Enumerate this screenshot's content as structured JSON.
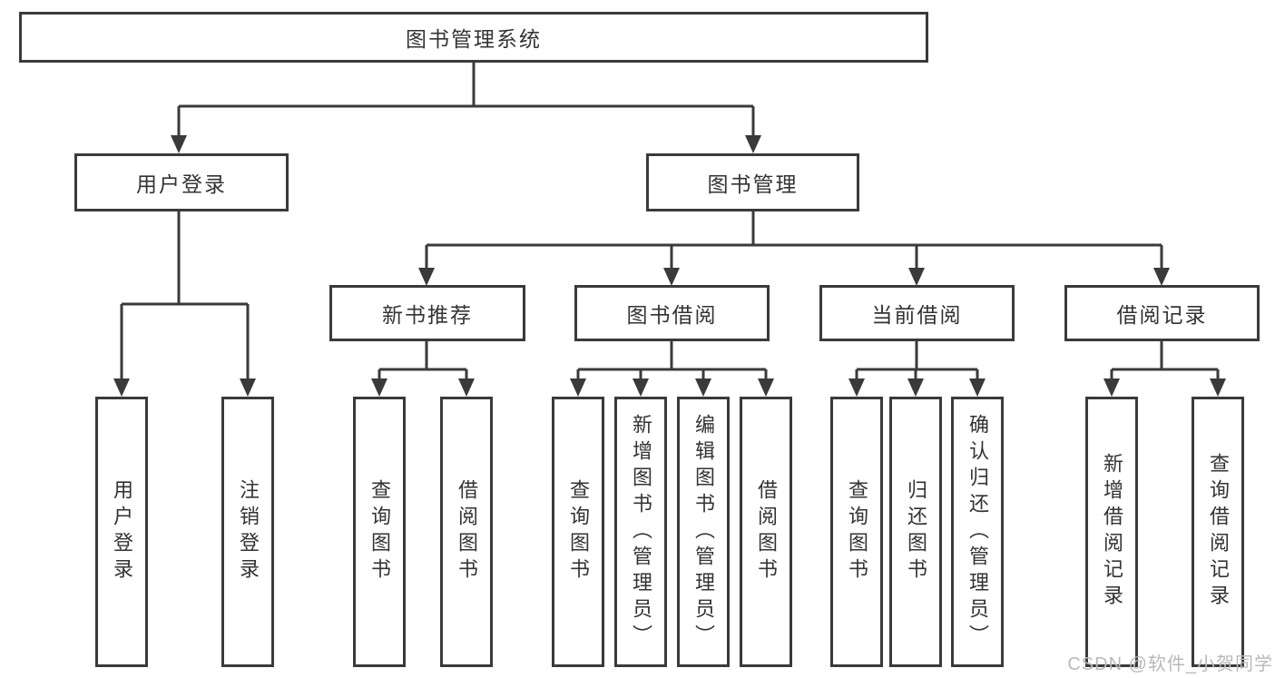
{
  "tree": {
    "label": "图书管理系统",
    "children": [
      {
        "label": "用户登录",
        "children": [
          {
            "label": "用户登录"
          },
          {
            "label": "注销登录"
          }
        ]
      },
      {
        "label": "图书管理",
        "children": [
          {
            "label": "新书推荐",
            "children": [
              {
                "label": "查询图书"
              },
              {
                "label": "借阅图书"
              }
            ]
          },
          {
            "label": "图书借阅",
            "children": [
              {
                "label": "查询图书"
              },
              {
                "label": "新增图书（管理员）"
              },
              {
                "label": "编辑图书（管理员）"
              },
              {
                "label": "借阅图书"
              }
            ]
          },
          {
            "label": "当前借阅",
            "children": [
              {
                "label": "查询图书"
              },
              {
                "label": "归还图书"
              },
              {
                "label": "确认归还（管理员）"
              }
            ]
          },
          {
            "label": "借阅记录",
            "children": [
              {
                "label": "新增借阅记录"
              },
              {
                "label": "查询借阅记录"
              }
            ]
          }
        ]
      }
    ]
  },
  "watermark": "CSDN @软件_小贺同学",
  "colors": {
    "line": "#3a3a3a",
    "text": "#333333",
    "box_background": "#ffffff",
    "watermark": "#b9b9b9"
  }
}
